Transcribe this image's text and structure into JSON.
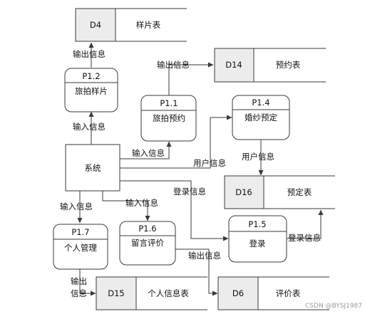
{
  "diagram": {
    "entity": {
      "name": "系统"
    },
    "processes": [
      {
        "key": "p12",
        "id": "P1.2",
        "name": "旅拍样片"
      },
      {
        "key": "p11",
        "id": "P1.1",
        "name": "旅拍预约"
      },
      {
        "key": "p14",
        "id": "P1.4",
        "name": "婚纱预定"
      },
      {
        "key": "p17",
        "id": "P1.7",
        "name": "个人管理"
      },
      {
        "key": "p16",
        "id": "P1.6",
        "name": "留言评价"
      },
      {
        "key": "p15",
        "id": "P1.5",
        "name": "登录"
      }
    ],
    "stores": [
      {
        "key": "d4",
        "id": "D4",
        "name": "样片表"
      },
      {
        "key": "d14",
        "id": "D14",
        "name": "预约表"
      },
      {
        "key": "d16",
        "id": "D16",
        "name": "预定表"
      },
      {
        "key": "d15",
        "id": "D15",
        "name": "个人信息表"
      },
      {
        "key": "d6",
        "id": "D6",
        "name": "评价表"
      }
    ],
    "flow_labels": {
      "p12_to_d4": "输出信息",
      "p11_to_d14": "输出信息",
      "sys_to_p12": "输入信息",
      "sys_to_p11": "输入信息",
      "sys_to_p14": "用户信息",
      "p14_to_d16": "用户信息",
      "sys_to_p15": "登录信息",
      "sys_to_p17": "输入信息",
      "sys_to_p16": "输入信息",
      "p15_to_d16": "登录信息",
      "p16_to_d6": "输出信息",
      "p17_to_d15_line1": "输出",
      "p17_to_d15_line2": "信息"
    },
    "watermark": "CSDN @BYSJ1987"
  }
}
